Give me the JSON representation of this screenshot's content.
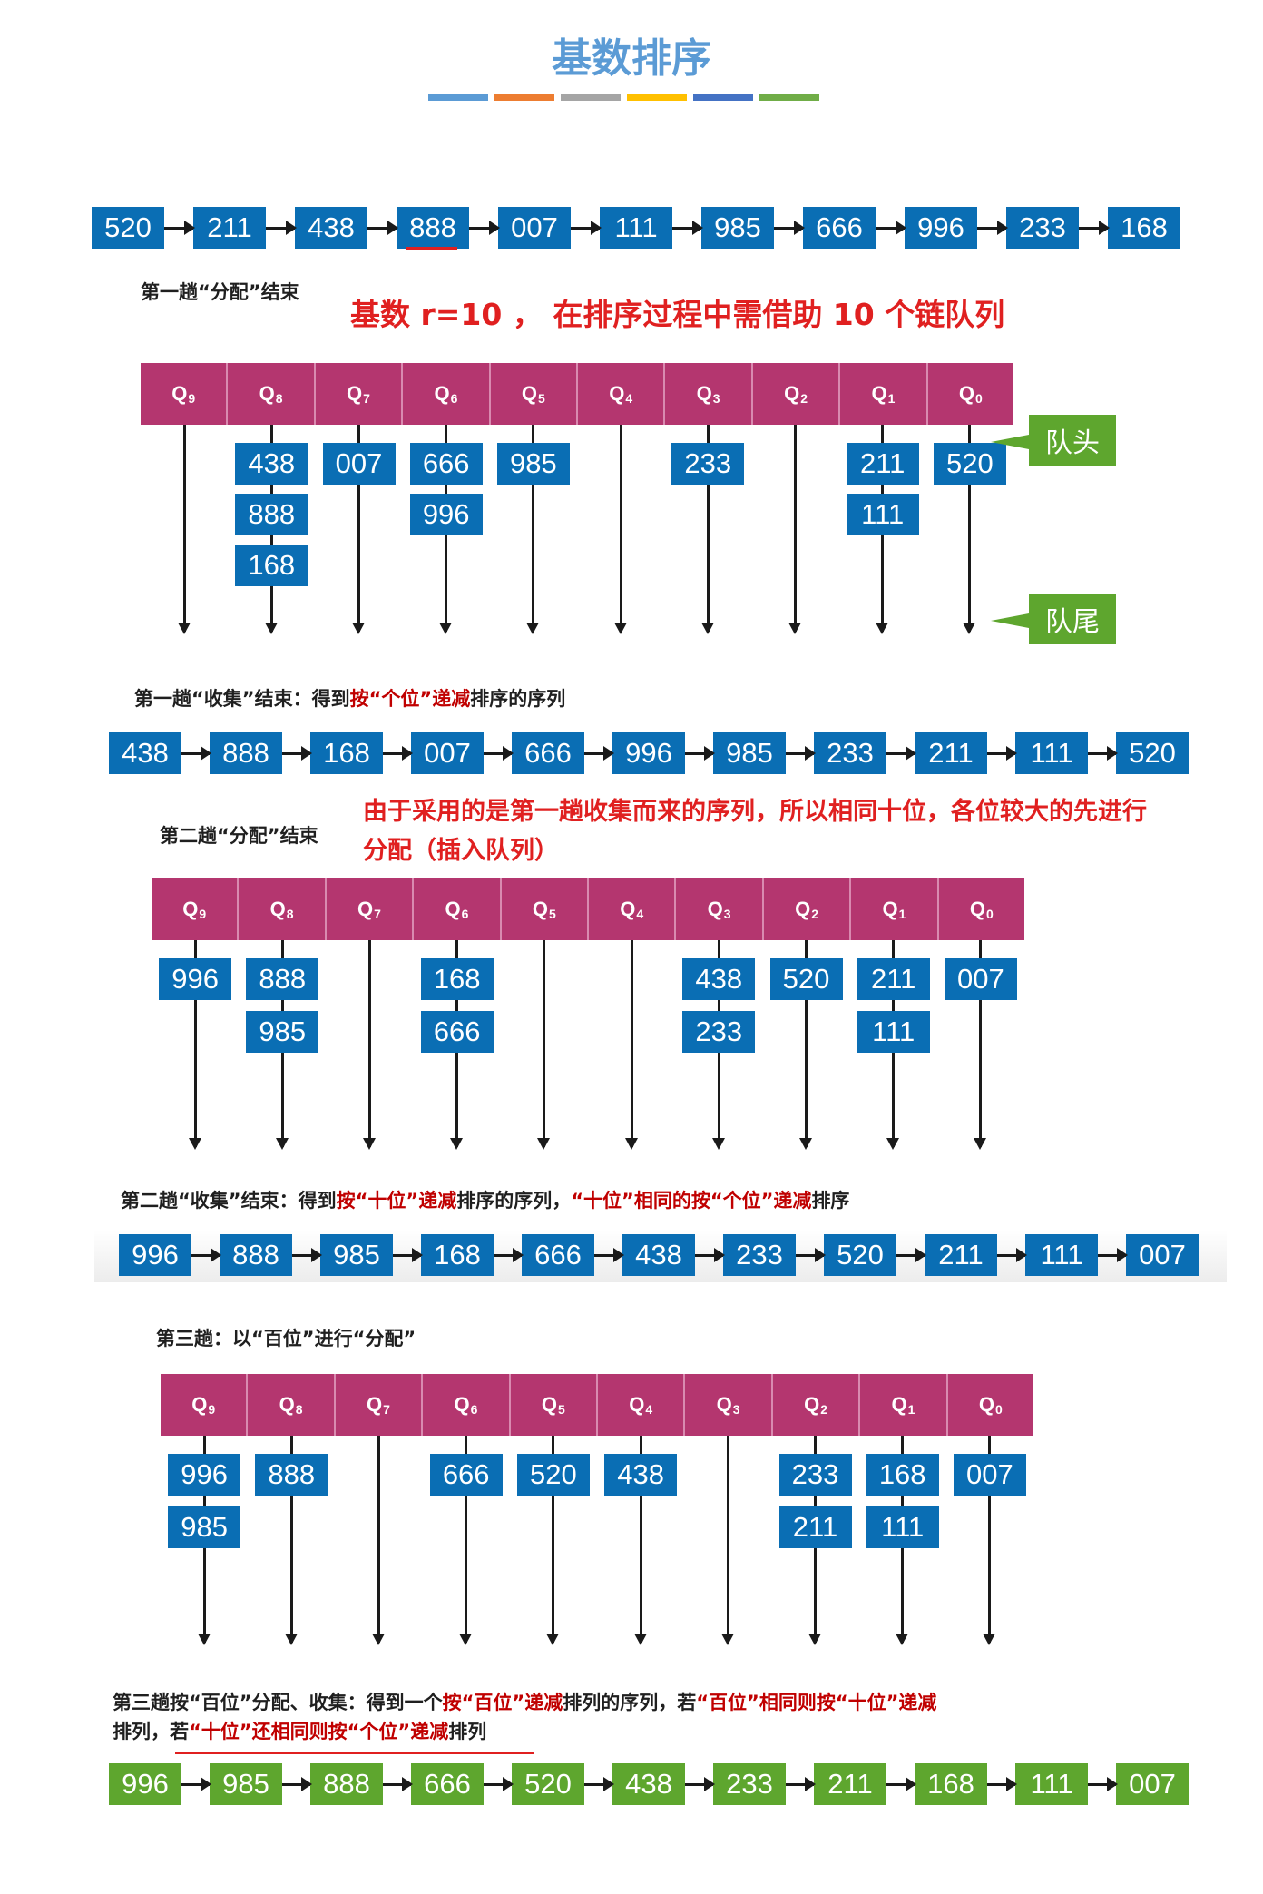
{
  "title": "基数排序",
  "title_colors": [
    "#5b9bd5",
    "#ed7d31",
    "#a5a5a5",
    "#ffc000",
    "#4472c4",
    "#70ad47"
  ],
  "initial_sequence": [
    "520",
    "211",
    "438",
    "888",
    "007",
    "111",
    "985",
    "666",
    "996",
    "233",
    "168"
  ],
  "queue_labels": [
    {
      "q": "Q",
      "n": "9"
    },
    {
      "q": "Q",
      "n": "8"
    },
    {
      "q": "Q",
      "n": "7"
    },
    {
      "q": "Q",
      "n": "6"
    },
    {
      "q": "Q",
      "n": "5"
    },
    {
      "q": "Q",
      "n": "4"
    },
    {
      "q": "Q",
      "n": "3"
    },
    {
      "q": "Q",
      "n": "2"
    },
    {
      "q": "Q",
      "n": "1"
    },
    {
      "q": "Q",
      "n": "0"
    }
  ],
  "pass1": {
    "caption": "第一趟“分配”结束",
    "radix_note": "基数 r=10 ， 在排序过程中需借助 10 个链队列",
    "queue_head": "队头",
    "queue_tail": "队尾",
    "buckets": [
      [],
      [
        "438",
        "888",
        "168"
      ],
      [
        "007"
      ],
      [
        "666",
        "996"
      ],
      [
        "985"
      ],
      [],
      [
        "233"
      ],
      [],
      [
        "211",
        "111"
      ],
      [
        "520"
      ]
    ],
    "collect_prefix": "第一趟“收集”结束：得到",
    "collect_red": "按“个位”递减",
    "collect_suffix": "排序的序列",
    "collected": [
      "438",
      "888",
      "168",
      "007",
      "666",
      "996",
      "985",
      "233",
      "211",
      "111",
      "520"
    ]
  },
  "pass2": {
    "caption": "第二趟“分配”结束",
    "red_note_line1": "由于采用的是第一趟收集而来的序列，所以相同十位，各位较大的先进行",
    "red_note_line2": "分配（插入队列）",
    "buckets": [
      [
        "996"
      ],
      [
        "888",
        "985"
      ],
      [],
      [
        "168",
        "666"
      ],
      [],
      [],
      [
        "438",
        "233"
      ],
      [
        "520"
      ],
      [
        "211",
        "111"
      ],
      [
        "007"
      ]
    ],
    "collect_prefix": "第二趟“收集”结束：得到",
    "collect_red1": "按“十位”递减",
    "collect_mid": "排序的序列，",
    "collect_red2": "“十位”相同的按“个位”递减",
    "collect_suffix": "排序",
    "collected": [
      "996",
      "888",
      "985",
      "168",
      "666",
      "438",
      "233",
      "520",
      "211",
      "111",
      "007"
    ]
  },
  "pass3": {
    "caption": "第三趟：以“百位”进行“分配”",
    "buckets": [
      [
        "996",
        "985"
      ],
      [
        "888"
      ],
      [],
      [
        "666"
      ],
      [
        "520"
      ],
      [
        "438"
      ],
      [],
      [
        "233",
        "211"
      ],
      [
        "168",
        "111"
      ],
      [
        "007"
      ]
    ],
    "line1_a": "第三趟按“百位”分配、收集：得到一个",
    "line1_red": "按“百位”递减",
    "line1_b": "排列的序列，若",
    "line1_red2": "“百位”相同则按“十位”递减",
    "line2_a": "排列，若",
    "line2_red": "“十位”还相同则按“个位”递减",
    "line2_b": "排列",
    "collected": [
      "996",
      "985",
      "888",
      "666",
      "520",
      "438",
      "233",
      "211",
      "168",
      "111",
      "007"
    ]
  }
}
